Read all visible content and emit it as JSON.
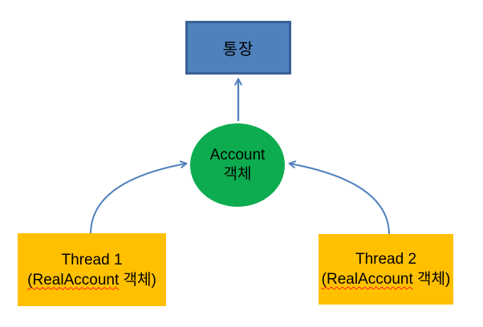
{
  "diagram": {
    "background_color": "#ffffff",
    "arrow_color": "#4F81BD",
    "top_box": {
      "label": "통장",
      "fill_color": "#4F81BD",
      "border_color": "#3A6096"
    },
    "center_ellipse": {
      "line1": "Account",
      "line2": "객체",
      "fill_color": "#0DAC50"
    },
    "thread1_box": {
      "line1": "Thread 1",
      "line2_underlined": "(RealAccount",
      "line2_rest": " 객체)",
      "fill_color": "#FFC000",
      "underline_color": "#ff1f1f"
    },
    "thread2_box": {
      "line1": "Thread 2",
      "line2_underlined": "(RealAccount",
      "line2_rest": " 객체)",
      "fill_color": "#FFC000",
      "underline_color": "#ff1f1f"
    }
  }
}
